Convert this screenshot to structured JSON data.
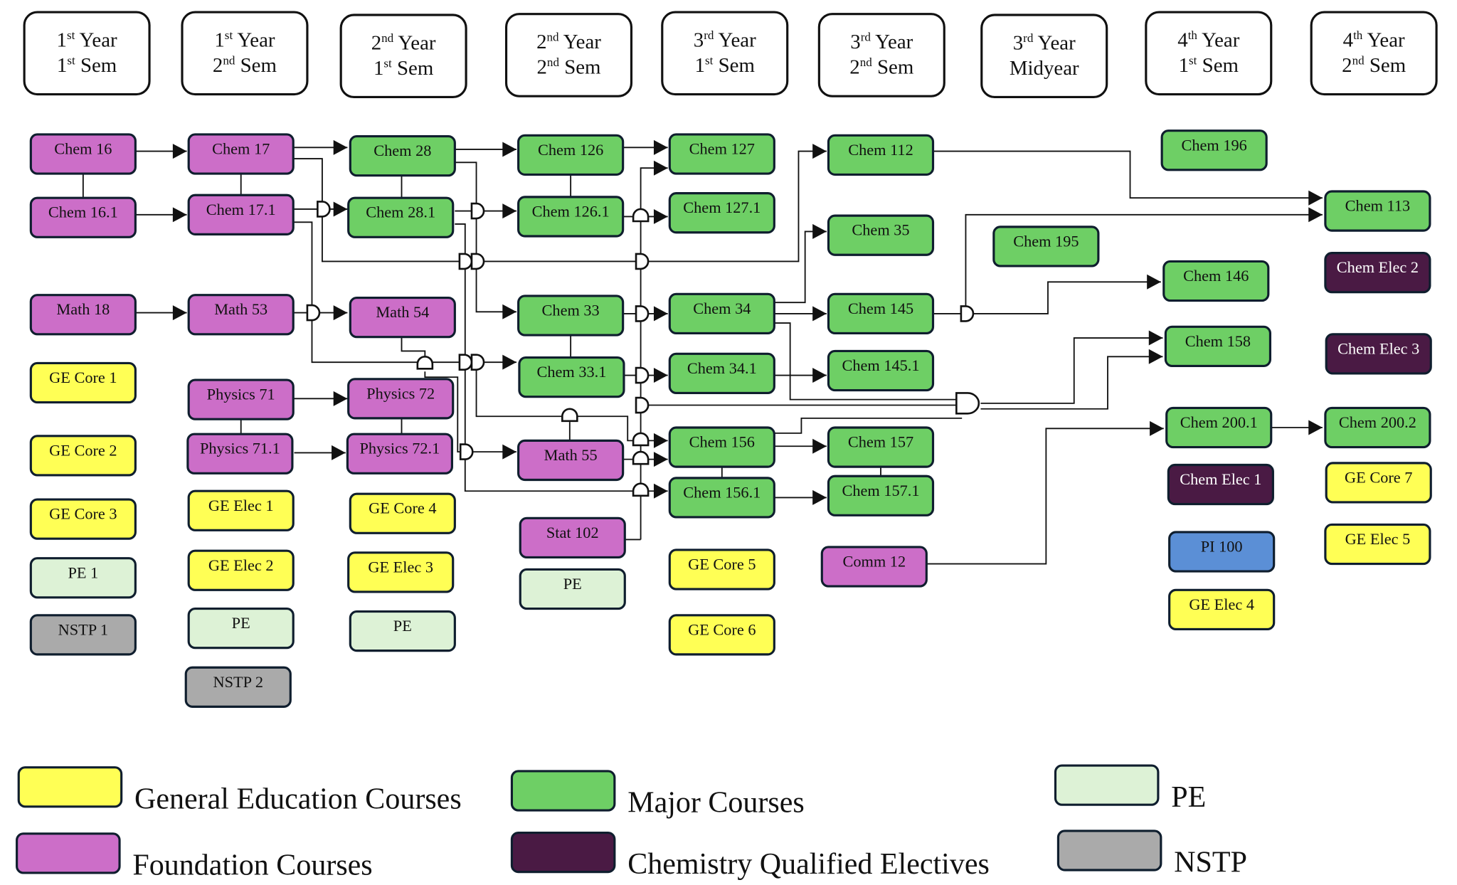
{
  "title": "BS Chemistry Curriculum Flowchart",
  "colors": {
    "ge": "#FFFF55",
    "foundation": "#CC6EC8",
    "major": "#6ECF65",
    "elective": "#4A1A44",
    "pe": "#DDF2D6",
    "nstp": "#AAAAAA",
    "pi": "#5B8FD6"
  },
  "headers": [
    {
      "id": "y1s1",
      "year_num": "1",
      "year_sup": "st",
      "year_word": "Year",
      "sem_num": "1",
      "sem_sup": "st",
      "sem_word": "Sem"
    },
    {
      "id": "y1s2",
      "year_num": "1",
      "year_sup": "st",
      "year_word": "Year",
      "sem_num": "2",
      "sem_sup": "nd",
      "sem_word": "Sem"
    },
    {
      "id": "y2s1",
      "year_num": "2",
      "year_sup": "nd",
      "year_word": "Year",
      "sem_num": "1",
      "sem_sup": "st",
      "sem_word": "Sem"
    },
    {
      "id": "y2s2",
      "year_num": "2",
      "year_sup": "nd",
      "year_word": "Year",
      "sem_num": "2",
      "sem_sup": "nd",
      "sem_word": "Sem"
    },
    {
      "id": "y3s1",
      "year_num": "3",
      "year_sup": "rd",
      "year_word": "Year",
      "sem_num": "1",
      "sem_sup": "st",
      "sem_word": "Sem"
    },
    {
      "id": "y3s2",
      "year_num": "3",
      "year_sup": "rd",
      "year_word": "Year",
      "sem_num": "2",
      "sem_sup": "nd",
      "sem_word": "Sem"
    },
    {
      "id": "y3mid",
      "year_num": "3",
      "year_sup": "rd",
      "year_word": "Year",
      "sem_num": "",
      "sem_sup": "",
      "sem_word": "Midyear"
    },
    {
      "id": "y4s1",
      "year_num": "4",
      "year_sup": "th",
      "year_word": "Year",
      "sem_num": "1",
      "sem_sup": "st",
      "sem_word": "Sem"
    },
    {
      "id": "y4s2",
      "year_num": "4",
      "year_sup": "th",
      "year_word": "Year",
      "sem_num": "2",
      "sem_sup": "nd",
      "sem_word": "Sem"
    }
  ],
  "courses": [
    {
      "id": "chem16",
      "label": "Chem 16",
      "type": "foundation"
    },
    {
      "id": "chem161",
      "label": "Chem 16.1",
      "type": "foundation"
    },
    {
      "id": "math18",
      "label": "Math 18",
      "type": "foundation"
    },
    {
      "id": "gecore1",
      "label": "GE Core 1",
      "type": "ge"
    },
    {
      "id": "gecore2",
      "label": "GE Core 2",
      "type": "ge"
    },
    {
      "id": "gecore3",
      "label": "GE Core 3",
      "type": "ge"
    },
    {
      "id": "pe1",
      "label": "PE 1",
      "type": "pe"
    },
    {
      "id": "nstp1",
      "label": "NSTP 1",
      "type": "nstp"
    },
    {
      "id": "chem17",
      "label": "Chem 17",
      "type": "foundation"
    },
    {
      "id": "chem171",
      "label": "Chem 17.1",
      "type": "foundation"
    },
    {
      "id": "math53",
      "label": "Math 53",
      "type": "foundation"
    },
    {
      "id": "phys71",
      "label": "Physics 71",
      "type": "foundation"
    },
    {
      "id": "phys711",
      "label": "Physics 71.1",
      "type": "foundation"
    },
    {
      "id": "geelec1",
      "label": "GE Elec 1",
      "type": "ge"
    },
    {
      "id": "geelec2",
      "label": "GE Elec 2",
      "type": "ge"
    },
    {
      "id": "pe_a",
      "label": "PE",
      "type": "pe"
    },
    {
      "id": "nstp2",
      "label": "NSTP 2",
      "type": "nstp"
    },
    {
      "id": "chem28",
      "label": "Chem 28",
      "type": "major"
    },
    {
      "id": "chem281",
      "label": "Chem 28.1",
      "type": "major"
    },
    {
      "id": "math54",
      "label": "Math 54",
      "type": "foundation"
    },
    {
      "id": "phys72",
      "label": "Physics 72",
      "type": "foundation"
    },
    {
      "id": "phys721",
      "label": "Physics 72.1",
      "type": "foundation"
    },
    {
      "id": "gecore4",
      "label": "GE Core 4",
      "type": "ge"
    },
    {
      "id": "geelec3",
      "label": "GE Elec 3",
      "type": "ge"
    },
    {
      "id": "pe_b",
      "label": "PE",
      "type": "pe"
    },
    {
      "id": "chem126",
      "label": "Chem 126",
      "type": "major"
    },
    {
      "id": "chem1261",
      "label": "Chem 126.1",
      "type": "major"
    },
    {
      "id": "chem33",
      "label": "Chem 33",
      "type": "major"
    },
    {
      "id": "chem331",
      "label": "Chem 33.1",
      "type": "major"
    },
    {
      "id": "math55",
      "label": "Math 55",
      "type": "foundation"
    },
    {
      "id": "stat102",
      "label": "Stat 102",
      "type": "foundation"
    },
    {
      "id": "pe_c",
      "label": "PE",
      "type": "pe"
    },
    {
      "id": "chem127",
      "label": "Chem 127",
      "type": "major"
    },
    {
      "id": "chem1271",
      "label": "Chem 127.1",
      "type": "major"
    },
    {
      "id": "chem34",
      "label": "Chem 34",
      "type": "major"
    },
    {
      "id": "chem341",
      "label": "Chem 34.1",
      "type": "major"
    },
    {
      "id": "chem156",
      "label": "Chem 156",
      "type": "major"
    },
    {
      "id": "chem1561",
      "label": "Chem 156.1",
      "type": "major"
    },
    {
      "id": "gecore5",
      "label": "GE Core 5",
      "type": "ge"
    },
    {
      "id": "gecore6",
      "label": "GE Core 6",
      "type": "ge"
    },
    {
      "id": "chem112",
      "label": "Chem 112",
      "type": "major"
    },
    {
      "id": "chem35",
      "label": "Chem 35",
      "type": "major"
    },
    {
      "id": "chem145",
      "label": "Chem 145",
      "type": "major"
    },
    {
      "id": "chem1451",
      "label": "Chem 145.1",
      "type": "major"
    },
    {
      "id": "chem157",
      "label": "Chem 157",
      "type": "major"
    },
    {
      "id": "chem1571",
      "label": "Chem 157.1",
      "type": "major"
    },
    {
      "id": "comm12",
      "label": "Comm 12",
      "type": "foundation"
    },
    {
      "id": "chem195",
      "label": "Chem 195",
      "type": "major"
    },
    {
      "id": "chem196",
      "label": "Chem 196",
      "type": "major"
    },
    {
      "id": "chem146",
      "label": "Chem 146",
      "type": "major"
    },
    {
      "id": "chem158",
      "label": "Chem 158",
      "type": "major"
    },
    {
      "id": "chem2001",
      "label": "Chem 200.1",
      "type": "major"
    },
    {
      "id": "chemelec1",
      "label": "Chem Elec 1",
      "type": "elective"
    },
    {
      "id": "pi100",
      "label": "PI 100",
      "type": "pi"
    },
    {
      "id": "geelec4",
      "label": "GE Elec 4",
      "type": "ge"
    },
    {
      "id": "chem113",
      "label": "Chem 113",
      "type": "major"
    },
    {
      "id": "chemelec2",
      "label": "Chem Elec 2",
      "type": "elective"
    },
    {
      "id": "chemelec3",
      "label": "Chem Elec 3",
      "type": "elective"
    },
    {
      "id": "chem2002",
      "label": "Chem 200.2",
      "type": "major"
    },
    {
      "id": "gecore7",
      "label": "GE Core 7",
      "type": "ge"
    },
    {
      "id": "geelec5",
      "label": "GE Elec 5",
      "type": "ge"
    }
  ],
  "legend": [
    {
      "label": "General Education Courses",
      "type": "ge"
    },
    {
      "label": "Major Courses",
      "type": "major"
    },
    {
      "label": "PE",
      "type": "pe"
    },
    {
      "label": "Foundation Courses",
      "type": "foundation"
    },
    {
      "label": "Chemistry Qualified Electives",
      "type": "elective"
    },
    {
      "label": "NSTP",
      "type": "nstp"
    }
  ]
}
